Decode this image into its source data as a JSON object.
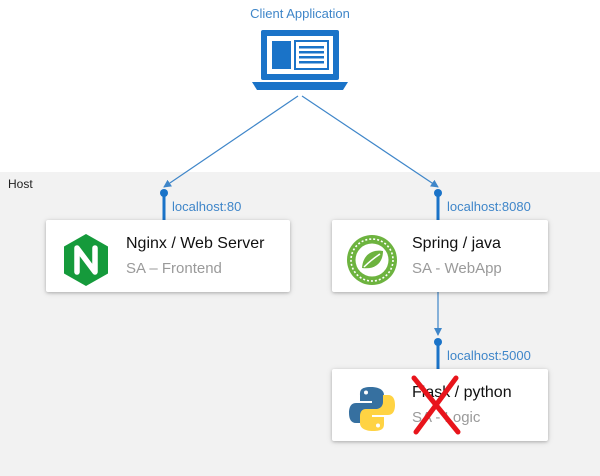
{
  "client": {
    "title": "Client Application",
    "icon": "laptop-icon"
  },
  "host": {
    "label": "Host"
  },
  "ports": {
    "nginx": "localhost:80",
    "spring": "localhost:8080",
    "flask": "localhost:5000"
  },
  "services": {
    "nginx": {
      "title": "Nginx / Web Server",
      "subtitle": "SA – Frontend",
      "icon": "nginx-logo-icon"
    },
    "spring": {
      "title": "Spring / java",
      "subtitle": "SA - WebApp",
      "icon": "spring-logo-icon"
    },
    "flask": {
      "title": "Flask / python",
      "subtitle": "SA - Logic",
      "icon": "python-logo-icon",
      "status": "crossed-out"
    }
  },
  "colors": {
    "accent": "#3f86c9",
    "nginx_green": "#159a3b",
    "spring_green": "#6db33f",
    "python_blue": "#3670a0",
    "python_yellow": "#ffd343",
    "cross_red": "#e8141b"
  }
}
